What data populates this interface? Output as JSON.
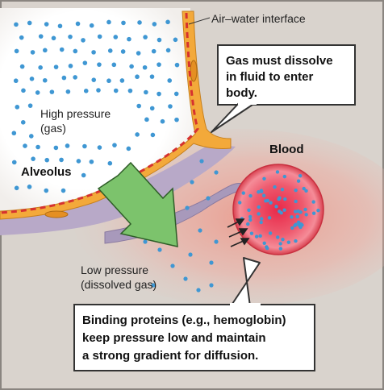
{
  "labels": {
    "air_water_interface": "Air–water interface",
    "gas_must_dissolve": [
      "Gas must dissolve",
      "in fluid to enter",
      "body."
    ],
    "high_pressure": [
      "High pressure",
      "(gas)"
    ],
    "alveolus": "Alveolus",
    "blood": "Blood",
    "low_pressure": [
      "Low pressure",
      "(dissolved gas)"
    ],
    "binding_proteins": [
      "Binding proteins (e.g., hemoglobin)",
      "keep pressure low and maintain",
      "a strong gradient for diffusion."
    ]
  },
  "colors": {
    "background": "#d9d3cd",
    "alveolus_gas": "#ffffff",
    "gas_dot": "#3f97d3",
    "membrane_orange": "#f3a93a",
    "membrane_purple": "#b7a6c7",
    "interface_dash": "#d6322f",
    "blood_cell": "#e23750",
    "diffusion_glow": "#f09a8c",
    "gradient_arrow": "#7cc36c"
  }
}
